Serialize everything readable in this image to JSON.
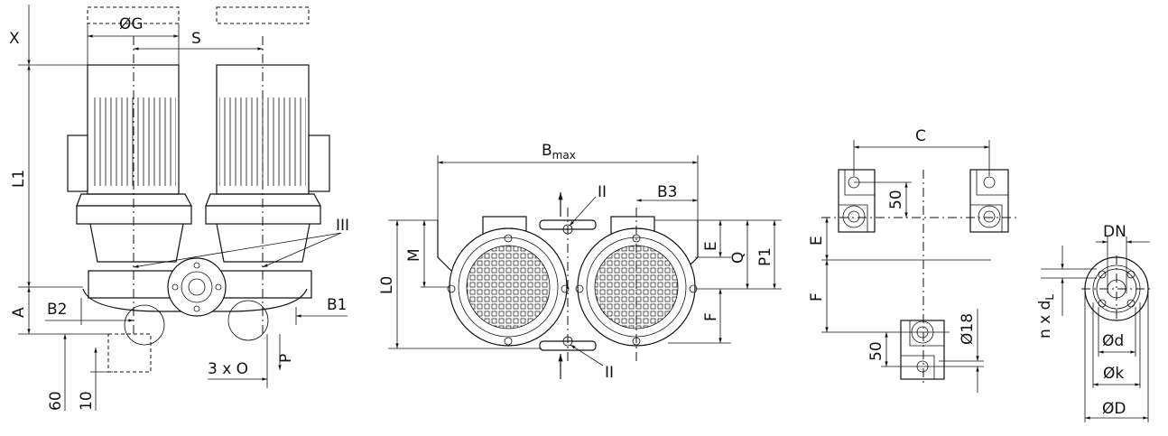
{
  "drawing": {
    "side_view": {
      "labels": {
        "x": "X",
        "g": "ØG",
        "s": "S",
        "l1": "L1",
        "iii": "III",
        "a": "A",
        "b2": "B2",
        "b1": "B1",
        "d60": "60",
        "d10": "10",
        "o": "3 x O",
        "p": "P"
      }
    },
    "top_view": {
      "labels": {
        "bmax": "B",
        "bmax_sub": "max",
        "ii_top": "II",
        "ii_bottom": "II",
        "b3": "B3",
        "m": "M",
        "l0": "L0",
        "e": "E",
        "q": "Q",
        "p1": "P1",
        "f": "F"
      }
    },
    "foundation_view": {
      "labels": {
        "c": "C",
        "d50_top": "50",
        "e": "E",
        "f": "F",
        "d50_bottom": "50",
        "d18": "Ø18"
      }
    },
    "flange_view": {
      "labels": {
        "dn": "DN",
        "ndl": "n x d",
        "ndl_sub": "L",
        "d_small": "Ød",
        "k": "Øk",
        "d_big": "ØD"
      }
    }
  }
}
